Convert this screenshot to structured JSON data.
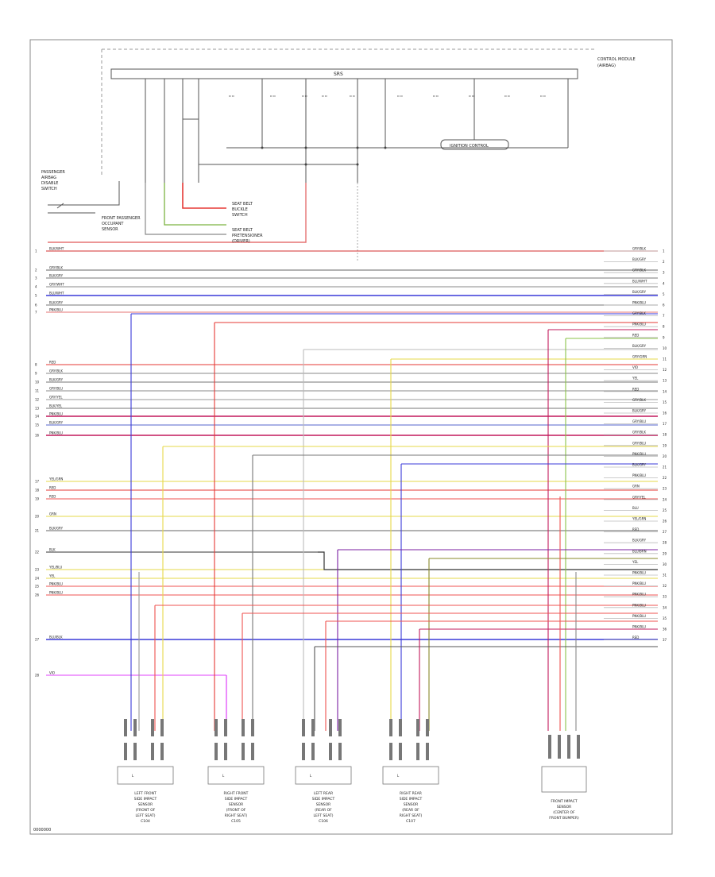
{
  "diagram": {
    "type": "wiring-diagram",
    "module": {
      "title_lines": [
        "CONTROL MODULE",
        "(AIRBAG)"
      ],
      "inner_label": "SRS"
    },
    "sub_box_label": "IGNITION CONTROL",
    "footer_code": "0000000",
    "top_left_lines": [
      "PASSENGER",
      "AIRBAG",
      "DISABLE",
      "SWITCH"
    ],
    "upper_side_labels": {
      "passenger_sensor": [
        "FRONT PASSENGER",
        "OCCUPANT",
        "SENSOR"
      ],
      "side_marker": [
        "SEAT BELT",
        "BUCKLE",
        "SWITCH"
      ],
      "pretensioner": [
        "SEAT BELT",
        "PRETENSIONER",
        "(DRIVER)"
      ]
    },
    "center_mark": "L",
    "left_wires": [
      {
        "num": "1",
        "label": "BLK/WHT",
        "color": "#d32f2f"
      },
      {
        "num": "2",
        "label": "GRY/BLK",
        "color": "#666666"
      },
      {
        "num": "3",
        "label": "BLK/GRY",
        "color": "#777777"
      },
      {
        "num": "4",
        "label": "GRY/WHT",
        "color": "#888888"
      },
      {
        "num": "5",
        "label": "BLU/WHT",
        "color": "#3a3ad8"
      },
      {
        "num": "6",
        "label": "BLK/GRY",
        "color": "#777777"
      },
      {
        "num": "7",
        "label": "PNK/BLU",
        "color": "#e57373"
      },
      {
        "num": "8",
        "label": "RED",
        "color": "#e53935"
      },
      {
        "num": "9",
        "label": "GRY/BLK",
        "color": "#888888"
      },
      {
        "num": "10",
        "label": "BLK/GRY",
        "color": "#777777"
      },
      {
        "num": "11",
        "label": "GRY/BLU",
        "color": "#888888"
      },
      {
        "num": "12",
        "label": "GRY/YEL",
        "color": "#999999"
      },
      {
        "num": "13",
        "label": "BLK/YEL",
        "color": "#777777"
      },
      {
        "num": "14",
        "label": "PNK/BLU",
        "color": "#c2185b"
      },
      {
        "num": "15",
        "label": "BLK/GRY",
        "color": "#5566cc"
      },
      {
        "num": "16",
        "label": "PNK/BLU",
        "color": "#c2185b"
      },
      {
        "num": "17",
        "label": "YEL/GRN",
        "color": "#e6d84a"
      },
      {
        "num": "18",
        "label": "RED",
        "color": "#e53935"
      },
      {
        "num": "19",
        "label": "RED",
        "color": "#ef5350"
      },
      {
        "num": "20",
        "label": "GRN",
        "color": "#e6d84a"
      },
      {
        "num": "21",
        "label": "BLK/GRY",
        "color": "#666666"
      },
      {
        "num": "22",
        "label": "BLK",
        "color": "#333333"
      },
      {
        "num": "23",
        "label": "YEL/BLU",
        "color": "#e6d84a"
      },
      {
        "num": "24",
        "label": "YEL",
        "color": "#e6d84a"
      },
      {
        "num": "25",
        "label": "PNK/BLU",
        "color": "#ef5350"
      },
      {
        "num": "26",
        "label": "PNK/BLU",
        "color": "#ef5350"
      },
      {
        "num": "27",
        "label": "BLU/BLK",
        "color": "#3a3ad8"
      },
      {
        "num": "28",
        "label": "VIO",
        "color": "#e040fb"
      }
    ],
    "right_wires": [
      {
        "num": "1",
        "label": "GRY/BLK"
      },
      {
        "num": "2",
        "label": "BLK/GRY"
      },
      {
        "num": "3",
        "label": "GRY/BLK"
      },
      {
        "num": "4",
        "label": "BLU/WHT"
      },
      {
        "num": "5",
        "label": "BLK/GRY"
      },
      {
        "num": "6",
        "label": "PNK/BLU"
      },
      {
        "num": "7",
        "label": "GRY/BLK"
      },
      {
        "num": "8",
        "label": "PNK/BLU"
      },
      {
        "num": "9",
        "label": "RED"
      },
      {
        "num": "10",
        "label": "BLK/GRY"
      },
      {
        "num": "11",
        "label": "GRY/GRN"
      },
      {
        "num": "12",
        "label": "VIO"
      },
      {
        "num": "13",
        "label": "YEL"
      },
      {
        "num": "14",
        "label": "RED"
      },
      {
        "num": "15",
        "label": "GRY/BLK"
      },
      {
        "num": "16",
        "label": "BLK/GRY"
      },
      {
        "num": "17",
        "label": "GRY/BLU"
      },
      {
        "num": "18",
        "label": "GRY/BLK"
      },
      {
        "num": "19",
        "label": "GRY/BLU"
      },
      {
        "num": "20",
        "label": "PNK/BLU"
      },
      {
        "num": "21",
        "label": "BLK/GRY"
      },
      {
        "num": "22",
        "label": "PNK/BLU"
      },
      {
        "num": "23",
        "label": "GRN"
      },
      {
        "num": "24",
        "label": "GRY/YEL"
      },
      {
        "num": "25",
        "label": "BLU"
      },
      {
        "num": "26",
        "label": "YEL/GRN"
      },
      {
        "num": "27",
        "label": "RED"
      },
      {
        "num": "28",
        "label": "BLK/GRY"
      },
      {
        "num": "29",
        "label": "BLU/BRN"
      },
      {
        "num": "30",
        "label": "YEL"
      },
      {
        "num": "31",
        "label": "PNK/BLU"
      },
      {
        "num": "32",
        "label": "PNK/BLU"
      },
      {
        "num": "33",
        "label": "PNK/BLU"
      },
      {
        "num": "34",
        "label": "PNK/BLU"
      },
      {
        "num": "35",
        "label": "PNK/BLU"
      },
      {
        "num": "36",
        "label": "PNK/BLU"
      },
      {
        "num": "37",
        "label": "RED"
      }
    ],
    "sensors": [
      {
        "lines": [
          "LEFT FRONT",
          "SIDE IMPACT",
          "SENSOR",
          "(FRONT OF",
          "LEFT SEAT)"
        ],
        "code": "C104"
      },
      {
        "lines": [
          "RIGHT FRONT",
          "SIDE IMPACT",
          "SENSOR",
          "(FRONT OF",
          "RIGHT SEAT)"
        ],
        "code": "C105"
      },
      {
        "lines": [
          "LEFT REAR",
          "SIDE IMPACT",
          "SENSOR",
          "(REAR OF",
          "LEFT SEAT)"
        ],
        "code": "C106"
      },
      {
        "lines": [
          "RIGHT REAR",
          "SIDE IMPACT",
          "SENSOR",
          "(REAR OF",
          "RIGHT SEAT)"
        ],
        "code": "C107"
      },
      {
        "lines": [
          "FRONT IMPACT",
          "SENSOR",
          "(CENTER OF",
          "FRONT BUMPER)"
        ],
        "code": ""
      }
    ]
  }
}
